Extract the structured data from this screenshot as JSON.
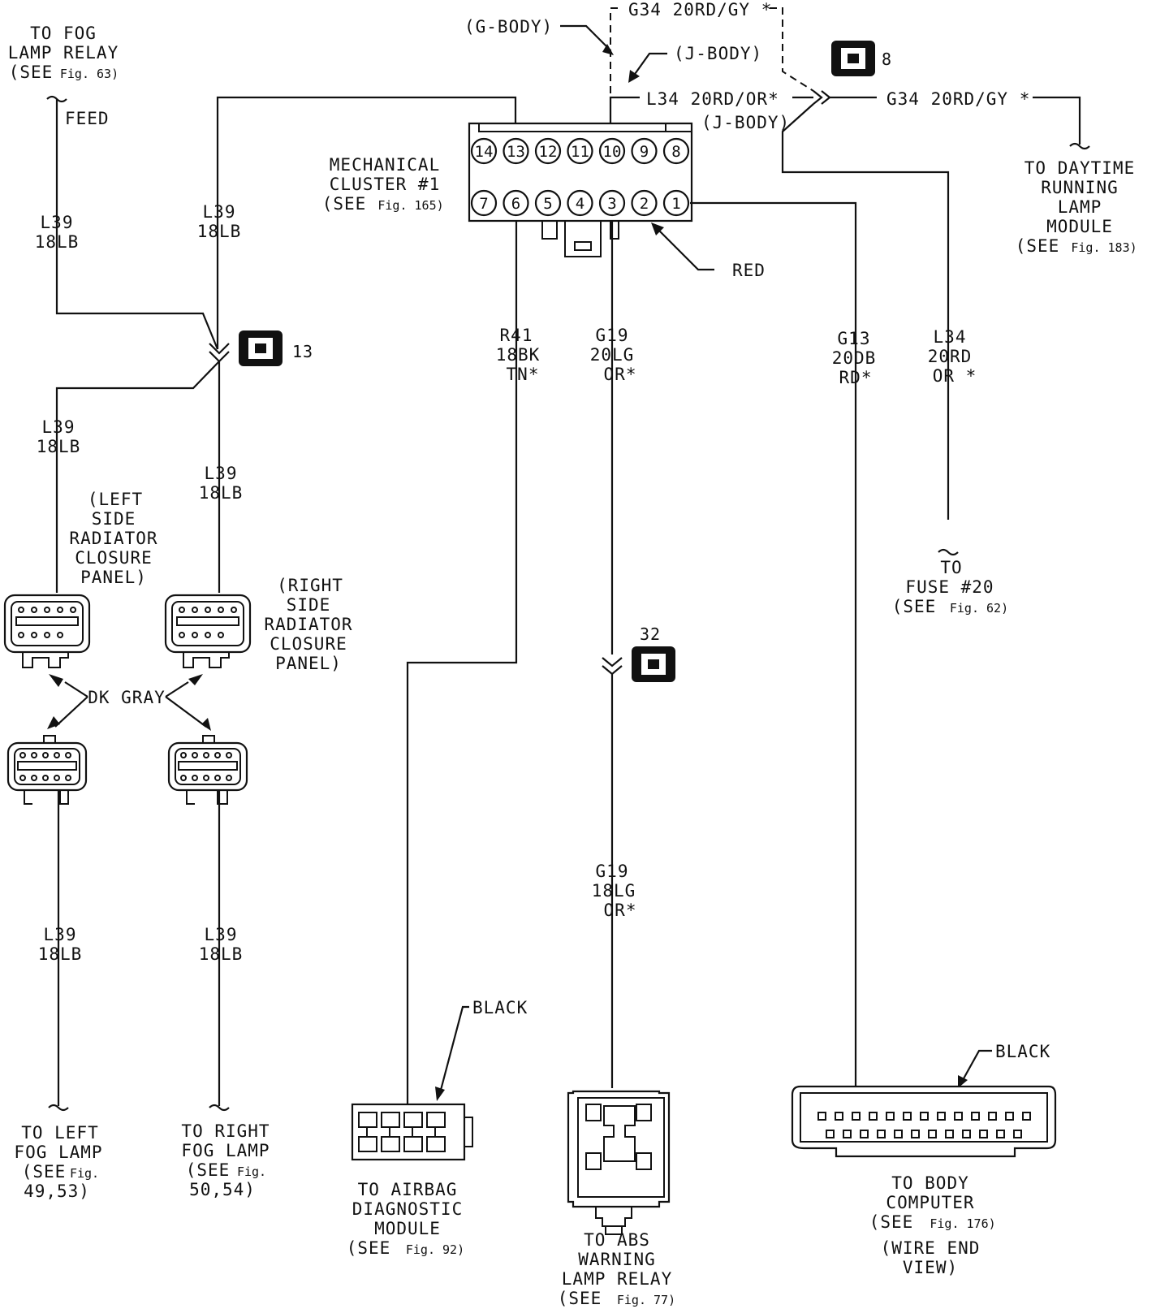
{
  "labels": {
    "fog_relay": [
      "TO FOG",
      "LAMP RELAY",
      "(SEE",
      "Fig. 63)"
    ],
    "feed": "FEED",
    "wire_l39": [
      "L39",
      "18LB"
    ],
    "left_panel": [
      "(LEFT",
      "SIDE",
      "RADIATOR",
      "CLOSURE",
      "PANEL)"
    ],
    "right_panel": [
      "(RIGHT",
      "SIDE",
      "RADIATOR",
      "CLOSURE",
      "PANEL)"
    ],
    "dk_gray": "DK GRAY",
    "left_fog": [
      "TO LEFT",
      "FOG LAMP",
      "(SEE",
      "Fig.",
      "49,53)"
    ],
    "right_fog": [
      "TO RIGHT",
      "FOG LAMP",
      "(SEE",
      "Fig.",
      "50,54)"
    ],
    "g_body": "(G-BODY)",
    "g34_top": "G34 20RD/GY",
    "j_body": "(J-BODY)",
    "l34_or": "L34 20RD/OR",
    "j_body2": "(J-BODY)",
    "g34_right": "G34 20RD/GY",
    "star": "*",
    "cluster": [
      "MECHANICAL",
      "CLUSTER #1",
      "(SEE",
      "Fig. 165)"
    ],
    "red": "RED",
    "drl": [
      "TO DAYTIME",
      "RUNNING",
      "LAMP",
      "MODULE",
      "(SEE",
      "Fig. 183)"
    ],
    "r41": [
      "R41",
      "18BK",
      "TN"
    ],
    "g19a": [
      "G19",
      "20LG",
      "OR"
    ],
    "g13": [
      "G13",
      "20DB",
      "RD"
    ],
    "l34": [
      "L34",
      "20RD",
      "OR"
    ],
    "fuse": [
      "TO",
      "FUSE #20",
      "(SEE",
      "Fig. 62)"
    ],
    "g19b": [
      "G19",
      "18LG",
      "OR"
    ],
    "black": "BLACK",
    "airbag": [
      "TO AIRBAG",
      "DIAGNOSTIC",
      "MODULE",
      "(SEE",
      "Fig. 92)"
    ],
    "abs": [
      "TO ABS",
      "WARNING",
      "LAMP RELAY",
      "(SEE",
      "Fig. 77)"
    ],
    "body": [
      "TO BODY",
      "COMPUTER",
      "(SEE",
      "Fig. 176)",
      "(WIRE END",
      "VIEW)"
    ]
  },
  "badges": {
    "b8": "8",
    "b13": "13",
    "b32": "32"
  },
  "pins_top": [
    "14",
    "13",
    "12",
    "11",
    "10",
    "9",
    "8"
  ],
  "pins_bottom": [
    "7",
    "6",
    "5",
    "4",
    "3",
    "2",
    "1"
  ]
}
